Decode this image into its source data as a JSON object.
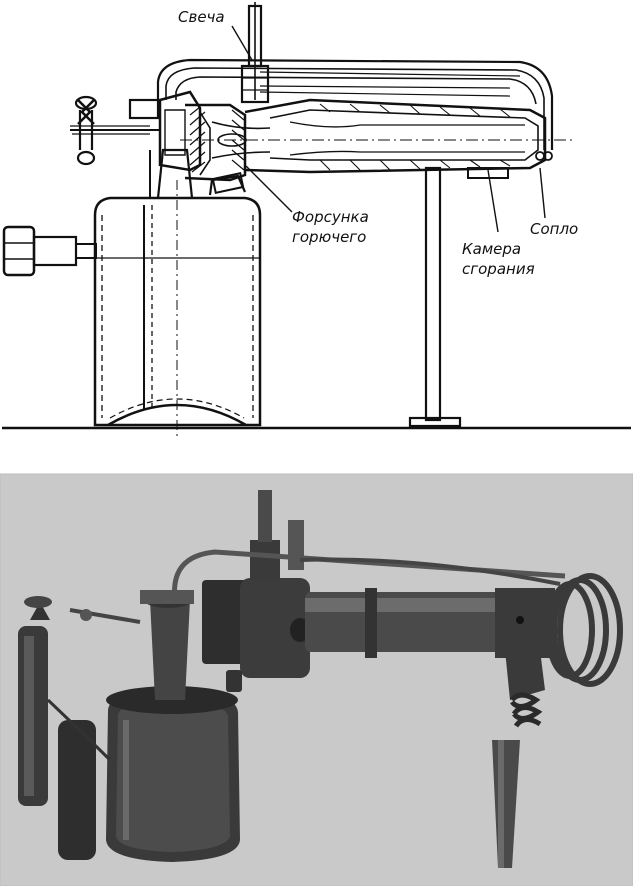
{
  "diagram": {
    "labels": {
      "svecha": "Свеча",
      "forsunka_1": "Форсунка",
      "forsunka_2": "горючего",
      "soplo": "Сопло",
      "kamera_1": "Камера",
      "kamera_2": "сгорания"
    }
  },
  "photo": {
    "description_icon": "blowtorch-photo"
  },
  "colors": {
    "ink": "#111111",
    "photo_bg": "#c8c8c8",
    "metal_dark": "#2b2b2b",
    "metal_mid": "#4a4a4a",
    "metal_light": "#8a8a8a"
  }
}
